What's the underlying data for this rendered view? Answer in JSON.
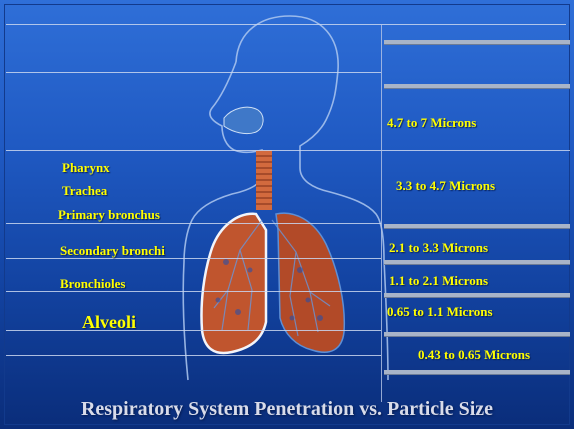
{
  "organs": {
    "pharynx": "Pharynx",
    "trachea": "Trachea",
    "primary_bronchus": "Primary bronchus",
    "secondary_bronchi": "Secondary bronchi",
    "bronchioles": "Bronchioles",
    "alveoli": "Alveoli"
  },
  "particle_sizes": {
    "range_1": "4.7 to 7 Microns",
    "range_2": "3.3 to 4.7 Microns",
    "range_3": "2.1 to 3.3 Microns",
    "range_4": "1.1 to 2.1 Microns",
    "range_5": "0.65 to 1.1 Microns",
    "range_6": "0.43 to 0.65 Microns"
  },
  "title": "Respiratory System Penetration vs. Particle Size",
  "colors": {
    "label": "#ffff00",
    "title": "#d9dcea",
    "lung": "#c0552e",
    "outline": "#aec8f0"
  }
}
